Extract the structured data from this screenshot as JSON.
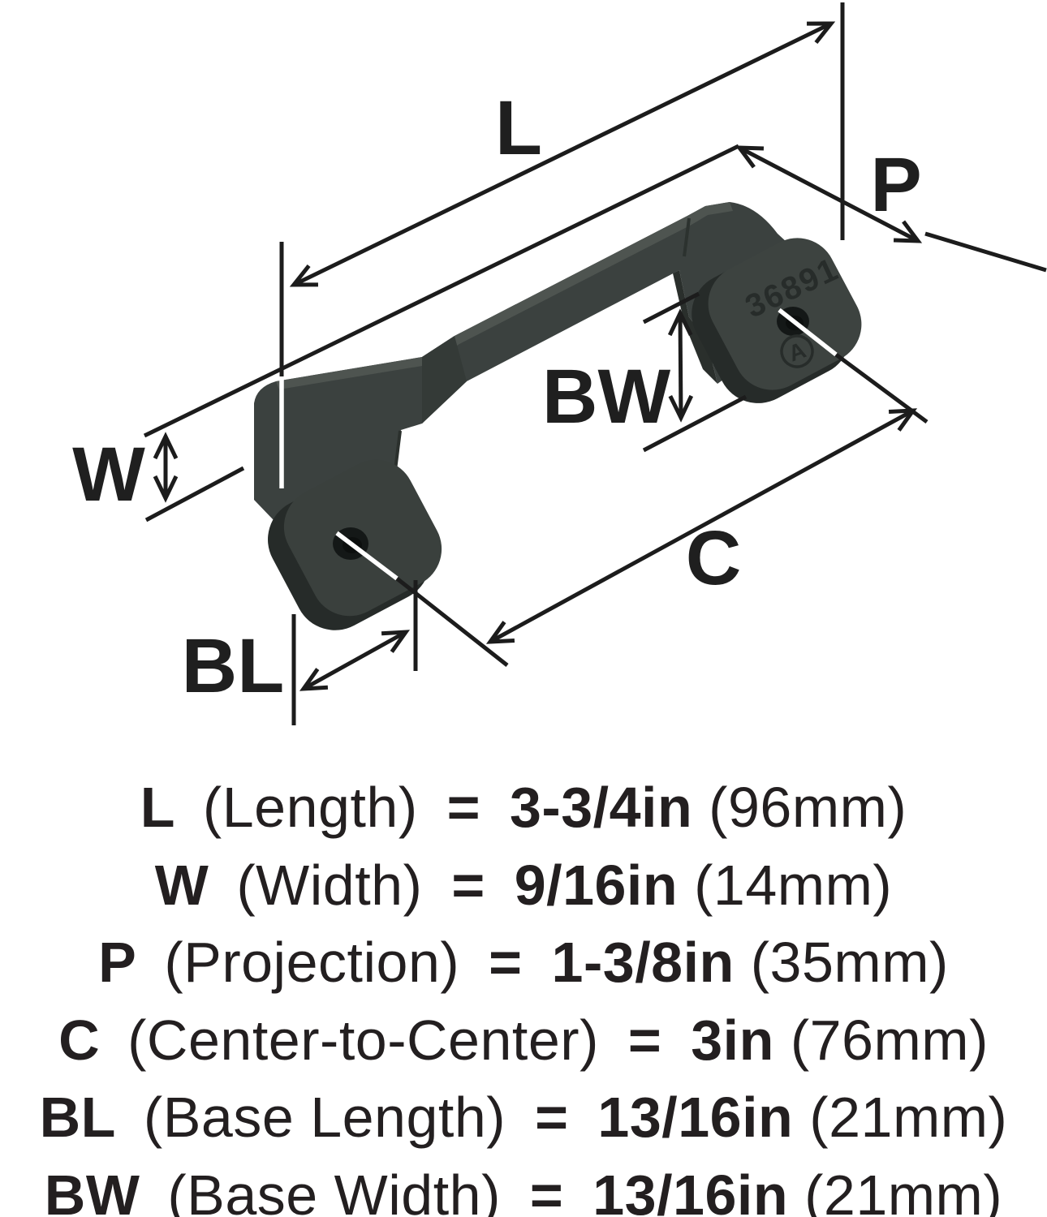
{
  "diagram": {
    "labels": {
      "length": "L",
      "projection": "P",
      "width": "W",
      "base_width": "BW",
      "center_to_center": "C",
      "base_length": "BL"
    },
    "marking": {
      "model_number": "36891",
      "logo_letter": "A"
    }
  },
  "specs": [
    {
      "code": "L",
      "name": "(Length)",
      "eq": "=",
      "value": "3-3/4in",
      "metric": "(96mm)"
    },
    {
      "code": "W",
      "name": "(Width)",
      "eq": "=",
      "value": "9/16in",
      "metric": "(14mm)"
    },
    {
      "code": "P",
      "name": "(Projection)",
      "eq": "=",
      "value": "1-3/8in",
      "metric": "(35mm)"
    },
    {
      "code": "C",
      "name": "(Center-to-Center)",
      "eq": "=",
      "value": "3in",
      "metric": "(76mm)"
    },
    {
      "code": "BL",
      "name": "(Base Length)",
      "eq": "=",
      "value": "13/16in",
      "metric": "(21mm)"
    },
    {
      "code": "BW",
      "name": "(Base Width)",
      "eq": "=",
      "value": "13/16in",
      "metric": "(21mm)"
    }
  ],
  "colors": {
    "background": "#ffffff",
    "dimension_line": "#1c1c1c",
    "label_text": "#1f1f1f",
    "spec_text": "#231f20",
    "handle_body": "#3b413f",
    "handle_dark": "#262b29",
    "handle_highlight": "#4e5450",
    "engraving": "#272c2a"
  }
}
